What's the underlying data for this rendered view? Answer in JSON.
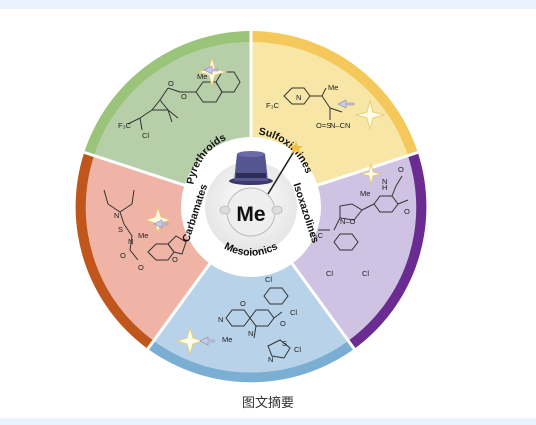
{
  "center": {
    "label": "Me"
  },
  "ring_labels": [
    "Pyrethroids",
    "Sulfoximines",
    "Isoxazolines",
    "Mesoionics",
    "Carbamates"
  ],
  "colors": {
    "sector_fill": [
      "#b7cfa9",
      "#f7e6a6",
      "#cfc2e2",
      "#b8d2ea",
      "#f0b4a6"
    ],
    "outer_band": [
      "#9ac47a",
      "#f5c85c",
      "#6a2c91",
      "#7aaed3",
      "#c0561b"
    ]
  },
  "atom_labels": {
    "pyrethroids": [
      "O",
      "O",
      "Me",
      "F₃C",
      "Cl"
    ],
    "sulfoximines": [
      "Me",
      "N",
      "F₃C",
      "O=S",
      "N–CN"
    ],
    "isoxazolines": [
      "O",
      "N",
      "H",
      "O",
      "Me",
      "N–O",
      "F₃C",
      "Cl",
      "Cl"
    ],
    "mesoionics": [
      "O",
      "Cl",
      "Cl",
      "N",
      "O",
      "Me",
      "N",
      "N",
      "S",
      "Cl"
    ],
    "carbamates": [
      "N",
      "S",
      "N",
      "Me",
      "O",
      "O",
      "O"
    ]
  },
  "caption": "图文摘要"
}
